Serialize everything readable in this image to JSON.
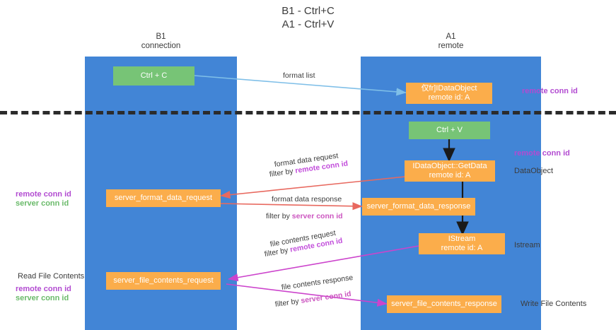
{
  "title": "B1 - Ctrl+C\nA1 - Ctrl+V",
  "columns": {
    "left": {
      "header": "B1\nconnection",
      "color": "#4285d6"
    },
    "right": {
      "header": "A1\nremote",
      "color": "#4285d6"
    }
  },
  "palette": {
    "column_blue": "#4285d6",
    "node_green": "#77c476",
    "node_orange": "#fbad4b",
    "remote_conn_purple": "#b24bd1",
    "server_conn_green": "#6aba6a",
    "arrow_lightblue": "#7fbfe8",
    "arrow_red": "#e8695f",
    "arrow_magenta": "#cc44cc",
    "arrow_black": "#1a1a1a",
    "divider_black": "#2b2b2b",
    "text_dark": "#3c3c3c"
  },
  "nodes": {
    "ctrl_c": {
      "line1": "Ctrl + C",
      "line2": ""
    },
    "idataobject_remote": {
      "line1": "仅fr]IDataObject",
      "line2": "remote id: A"
    },
    "ctrl_v": {
      "line1": "Ctrl + V",
      "line2": ""
    },
    "getdata": {
      "line1": "IDataObject::GetData",
      "line2": "remote id: A"
    },
    "server_format_data_request": {
      "line1": "server_format_data_request",
      "line2": ""
    },
    "server_format_data_response": {
      "line1": "server_format_data_response",
      "line2": ""
    },
    "istream": {
      "line1": "IStream",
      "line2": "remote id: A"
    },
    "server_file_contents_request": {
      "line1": "server_file_contents_request",
      "line2": ""
    },
    "server_file_contents_response": {
      "line1": "server_file_contents_response",
      "line2": ""
    }
  },
  "edge_labels": {
    "format_list": "format list",
    "format_data_request": "format data request",
    "format_data_request_filter_prefix": "filter by ",
    "format_data_request_filter_key": "remote conn id",
    "format_data_response": "format data response",
    "format_data_response_filter_prefix": "filter by ",
    "format_data_response_filter_key": "server conn id",
    "file_contents_request": "file contents request",
    "file_contents_request_filter_prefix": "filter by ",
    "file_contents_request_filter_key": "remote conn id",
    "file_contents_response": "file contents response",
    "file_contents_response_filter_prefix": "filter by ",
    "file_contents_response_filter_key": "server conn id"
  },
  "annotations": {
    "right_top_remote_conn_id": "remote conn id",
    "right_mid_remote_conn_id": "remote conn id",
    "right_dataobject": "DataObject",
    "right_istream": "Istream",
    "right_write_file_contents": "Write File Contents",
    "left_remote_conn_id": "remote conn id",
    "left_server_conn_id": "server conn id",
    "left_read_file_contents": "Read File Contents",
    "left_bottom_remote_conn_id": "remote conn id",
    "left_bottom_server_conn_id": "server conn id"
  }
}
